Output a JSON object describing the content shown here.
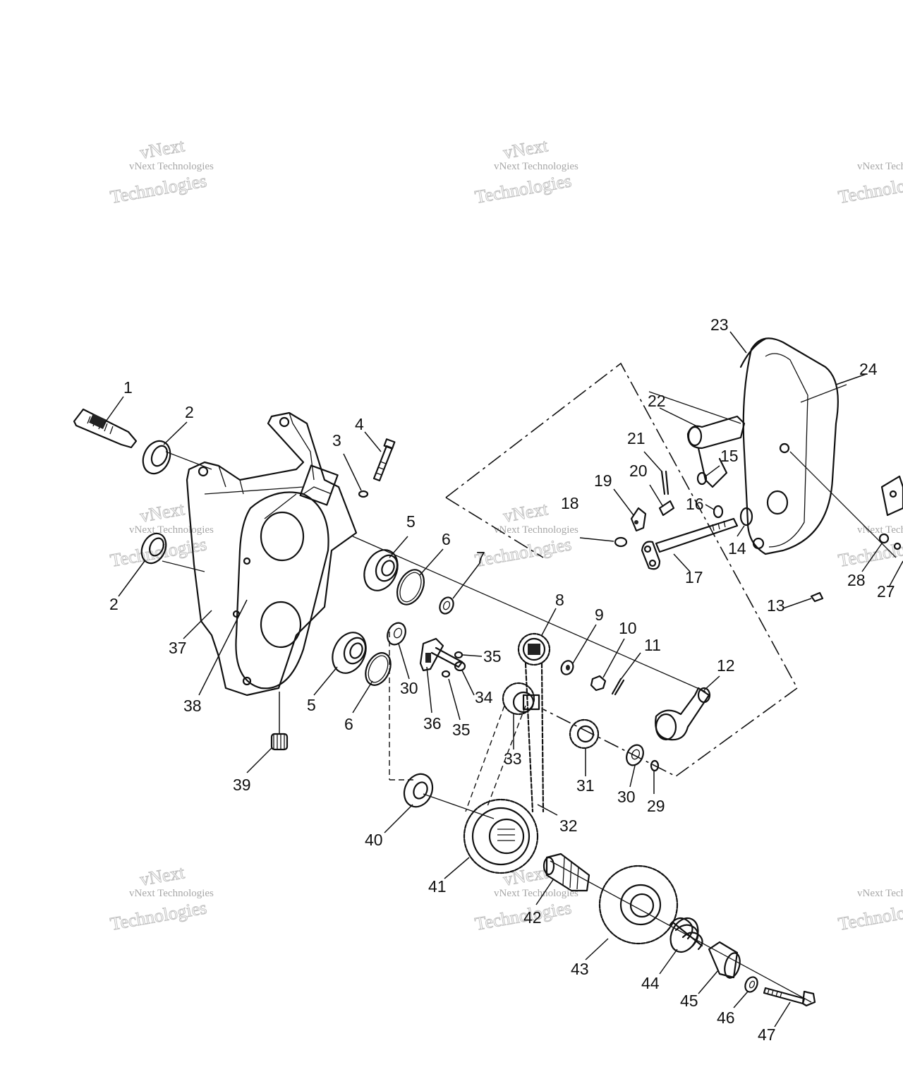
{
  "watermark": {
    "line1": "vNext Technologies",
    "line2": "Technologies",
    "line3": "vNext"
  },
  "labels": [
    "1",
    "2",
    "3",
    "4",
    "2",
    "37",
    "38",
    "39",
    "5",
    "6",
    "7",
    "5",
    "6",
    "30",
    "36",
    "35",
    "34",
    "35",
    "8",
    "9",
    "10",
    "11",
    "12",
    "33",
    "31",
    "30",
    "29",
    "32",
    "40",
    "41",
    "42",
    "43",
    "44",
    "45",
    "46",
    "47",
    "23",
    "24",
    "22",
    "21",
    "15",
    "20",
    "19",
    "16",
    "18",
    "14",
    "17",
    "13",
    "28",
    "27"
  ]
}
